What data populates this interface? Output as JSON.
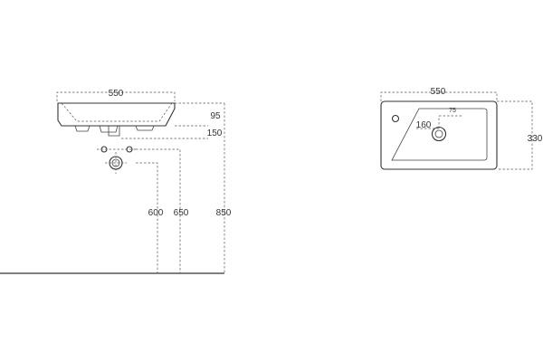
{
  "side_view": {
    "width_label": "550",
    "depth_label": "95",
    "drain_label": "150",
    "height_600_label": "600",
    "height_650_label": "650",
    "height_850_label": "850"
  },
  "top_view": {
    "width_label": "550",
    "depth_label": "330",
    "offset_160_label": "160",
    "offset_75_label": "75"
  }
}
